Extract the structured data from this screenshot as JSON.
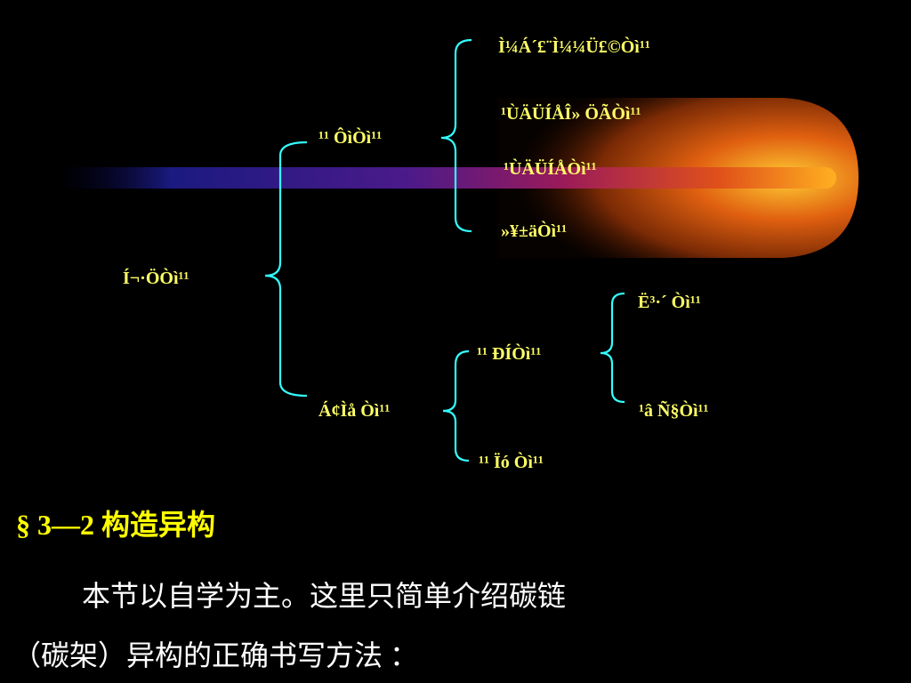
{
  "colors": {
    "background": "#000000",
    "bracket": "#33ffff",
    "label": "#ffff66",
    "heading": "#ffff00",
    "text": "#ffffff"
  },
  "tree": {
    "root": "Í¬·ÖÒì¹¹",
    "branch_a": "¹¹ ÔìÒì¹¹",
    "branch_a_children": [
      "Ì¼Á´£¨Ì¼¼Ü£©Òì¹¹",
      "¹ÙÄÜÍÅÎ» ÖÃÒì¹¹",
      "¹ÙÄÜÍÅÒì¹¹",
      "»¥±äÒì¹¹"
    ],
    "branch_b": "Á¢Ìå Òì¹¹",
    "branch_b_children": [
      "¹¹ ÐÍÒì¹¹",
      "¹¹ Ïó Òì¹¹"
    ],
    "branch_b1_children": [
      "Ë³·´ Òì¹¹",
      "¹â Ñ§Òì¹¹"
    ]
  },
  "section": {
    "symbol": "§",
    "number": "3—2",
    "title": "构造异构"
  },
  "body": {
    "line1": "本节以自学为主。这里只简单介绍碳链",
    "line2": "（碳架）异构的正确书写方法 ："
  }
}
